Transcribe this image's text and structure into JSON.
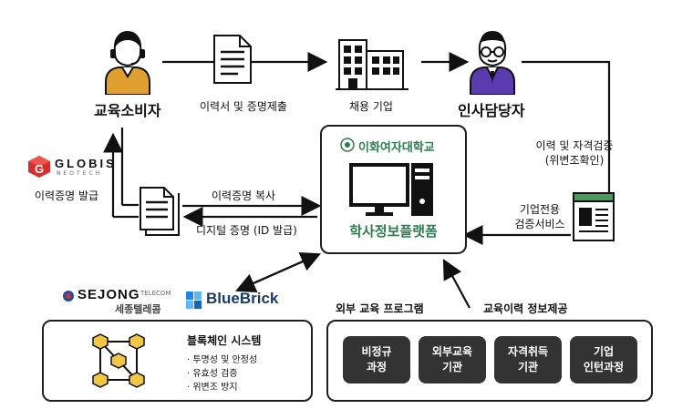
{
  "nodes": {
    "consumer": "교육소비자",
    "company": "채용 기업",
    "hr": "인사담당자",
    "platform_univ": "이화여자대학교",
    "platform_title": "학사정보플랫폼",
    "globis_logo": "GLOBIS",
    "globis_sub": "NEOTECH",
    "globis_caption": "이력증명 발급"
  },
  "edges": {
    "submit": "이력서 및 증명제출",
    "copy": "이력증명 복사",
    "digital": "디지털 증명 (ID 발급)",
    "verify_line1": "이력 및 자격검증",
    "verify_line2": "(위변조확인)",
    "service_line1": "기업전용",
    "service_line2": "검증서비스",
    "ext_program": "외부 교육 프로그램",
    "provide": "교육이력 정보제공"
  },
  "partners": {
    "sejong_name": "SEJONG",
    "sejong_telecom": "TELECOM",
    "sejong_kr": "세종텔레콤",
    "bluebrick": "BlueBrick"
  },
  "blockchain": {
    "title": "블록체인 시스템",
    "items": [
      "· 투명성 및 안정성",
      "· 유효성 검증",
      "· 위변조 방지"
    ]
  },
  "programs": [
    {
      "label": "비정규\n과정"
    },
    {
      "label": "외부교육\n기관"
    },
    {
      "label": "자격취득\n기관"
    },
    {
      "label": "기업\n인턴과정"
    }
  ],
  "colors": {
    "green": "#2e7d4f",
    "purple": "#5a3bb0",
    "orange": "#e0a030",
    "red": "#d32f2f",
    "blue": "#1a4fa0"
  }
}
